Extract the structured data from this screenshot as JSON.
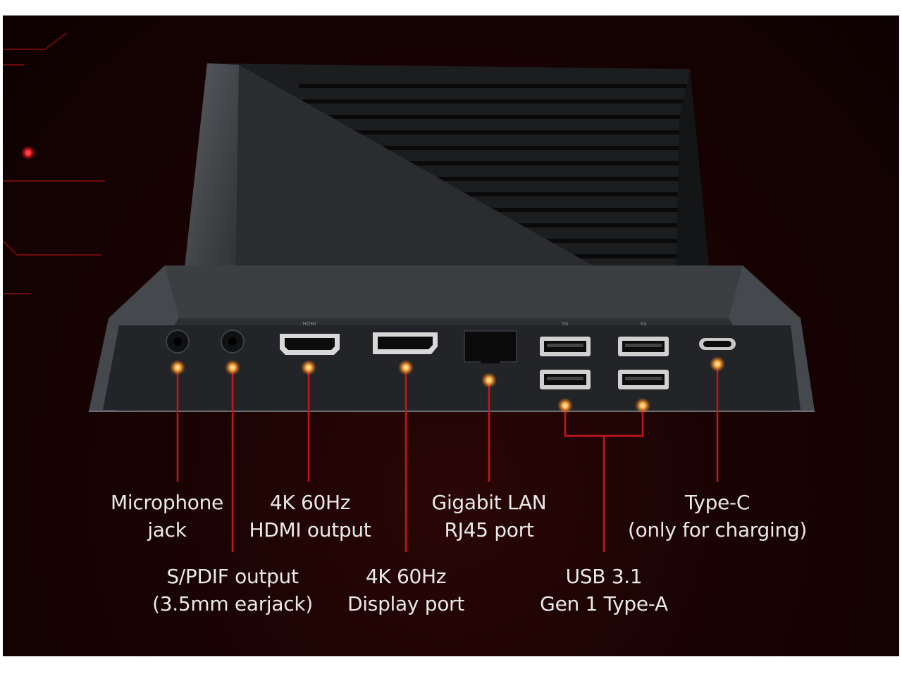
{
  "colors": {
    "background": "#160202",
    "accent_line": "#c4161c",
    "dot_glow": "#ffb347",
    "dock_body": "#2b2d30",
    "label_text": "#e9e9e9"
  },
  "labels": {
    "microphone": {
      "line1": "Microphone",
      "line2": "jack"
    },
    "hdmi": {
      "line1": "4K 60Hz",
      "line2": "HDMI output"
    },
    "lan": {
      "line1": "Gigabit LAN",
      "line2": "RJ45 port"
    },
    "typec": {
      "line1": "Type-C",
      "line2": "(only for charging)"
    },
    "spdif": {
      "line1": "S/PDIF output",
      "line2": "(3.5mm earjack)"
    },
    "displayport": {
      "line1": "4K 60Hz",
      "line2": "Display port"
    },
    "usb": {
      "line1": "USB 3.1",
      "line2": "Gen 1 Type-A"
    }
  },
  "port_markings": {
    "hdmi": "HDMI",
    "usb_a": "SS",
    "usb_b": "SS"
  }
}
